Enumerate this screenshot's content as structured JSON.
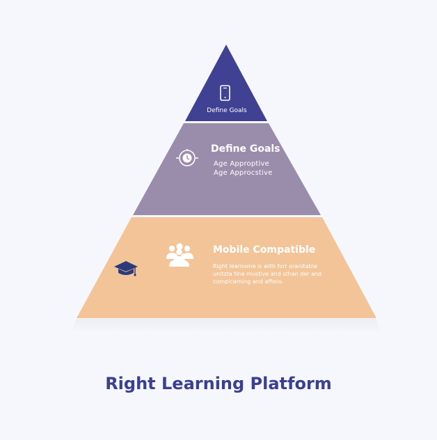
{
  "colors": {
    "background": "#f6f7fc",
    "tier_top": "#414193",
    "tier_middle": "#9a8dac",
    "tier_bottom": "#f2c497",
    "title_text": "#3a3f92",
    "shadow": "#e6e7ee"
  },
  "pyramid": {
    "tiers": [
      {
        "title": "Define Goals",
        "icon": "smartphone-icon"
      },
      {
        "title": "Define Goals",
        "lines": [
          "Age Approptive",
          "Age Approcstive"
        ],
        "icon": "target-clock-icon"
      },
      {
        "title": "Mobile Compatible",
        "description": "Right learnome is with forr oranitable unitzta tine mustive and sthan der and complcarning and affons.",
        "icons": [
          "group-people-icon",
          "graduation-cap-icon"
        ]
      }
    ]
  },
  "footer": {
    "title": "Right Learning Platform"
  }
}
